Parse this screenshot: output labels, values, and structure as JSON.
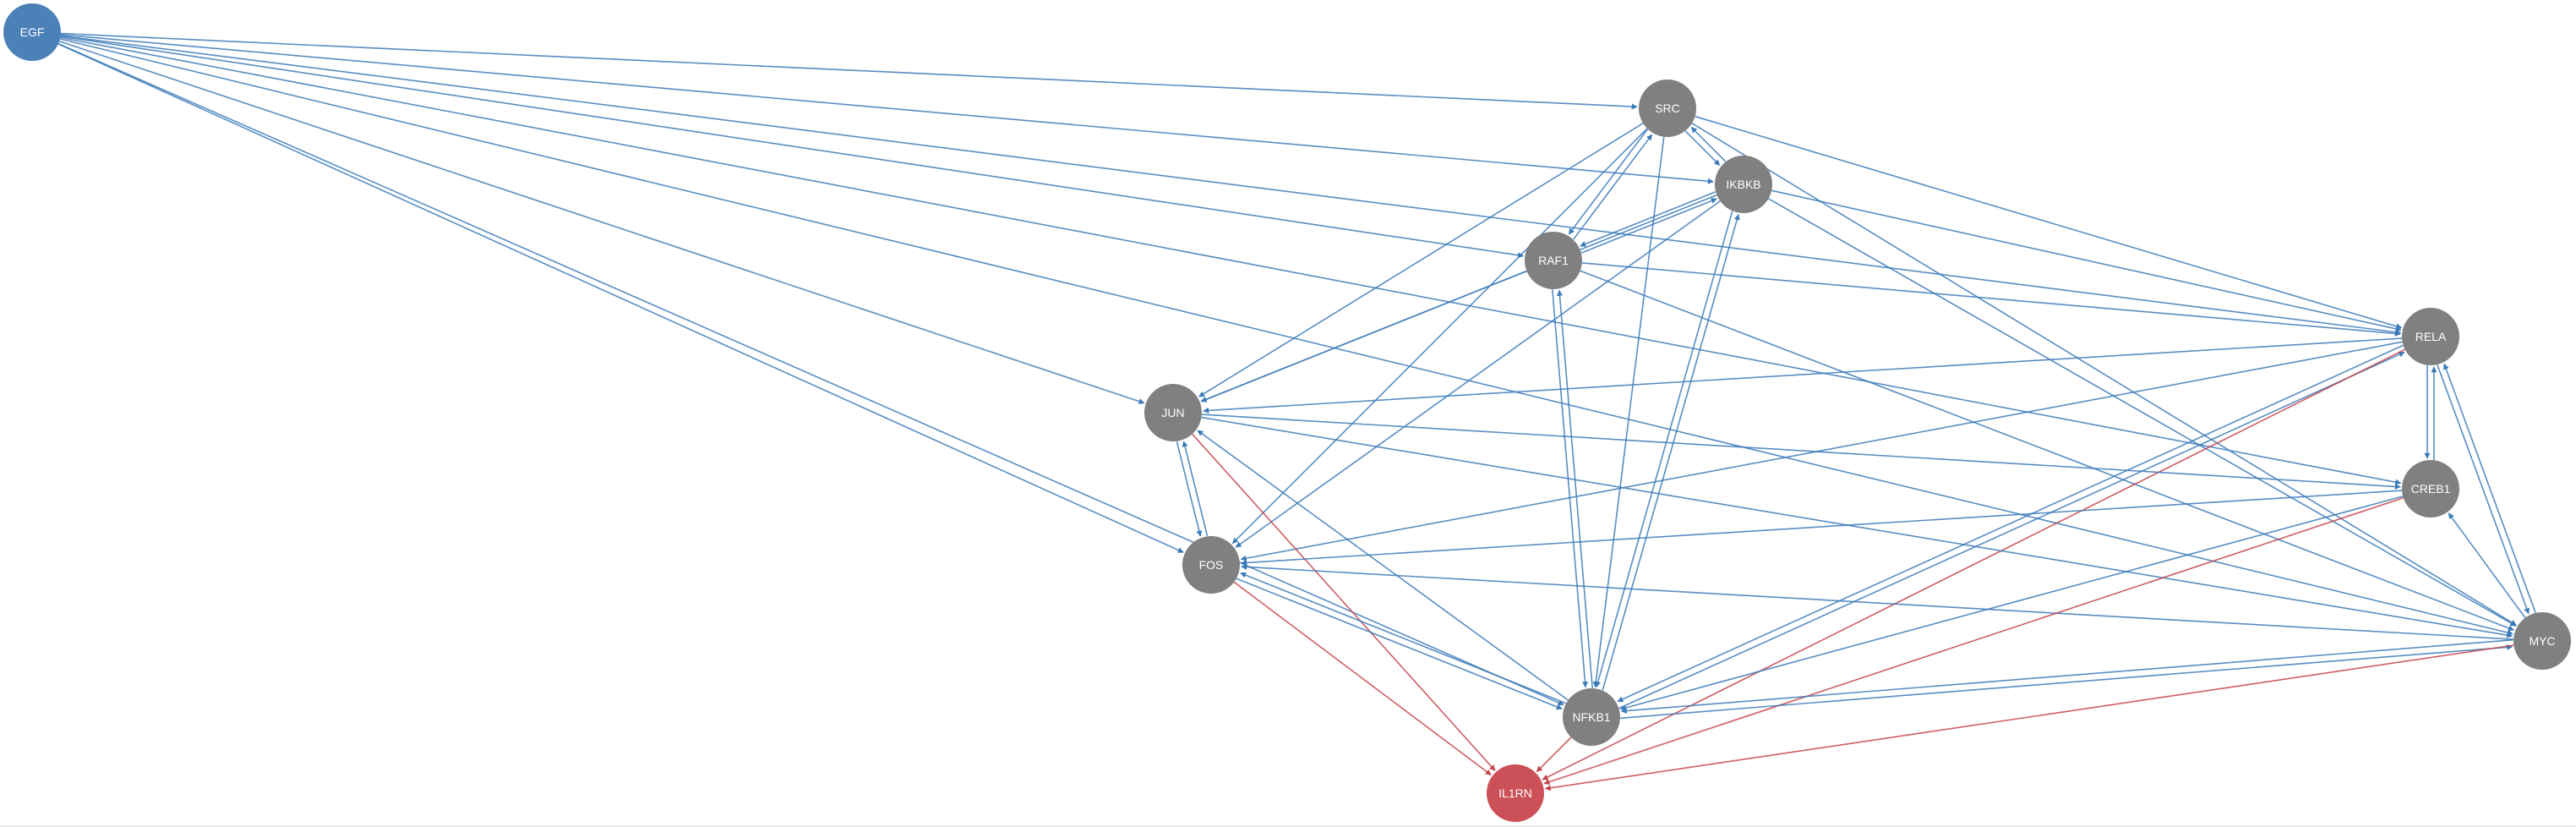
{
  "colors": {
    "activation": "#3a7ab8",
    "inhibition": "#c4424a",
    "node_input": "#4a82b8",
    "node_default": "#808080",
    "node_output": "#cc5058"
  },
  "nodes": [
    {
      "id": "EGF",
      "label": "EGF",
      "role": "input"
    },
    {
      "id": "SRC",
      "label": "SRC",
      "role": "default"
    },
    {
      "id": "IKBKB",
      "label": "IKBKB",
      "role": "default"
    },
    {
      "id": "RAF1",
      "label": "RAF1",
      "role": "default"
    },
    {
      "id": "RELA",
      "label": "RELA",
      "role": "default"
    },
    {
      "id": "JUN",
      "label": "JUN",
      "role": "default"
    },
    {
      "id": "CREB1",
      "label": "CREB1",
      "role": "default"
    },
    {
      "id": "FOS",
      "label": "FOS",
      "role": "default"
    },
    {
      "id": "MYC",
      "label": "MYC",
      "role": "default"
    },
    {
      "id": "NFKB1",
      "label": "NFKB1",
      "role": "default"
    },
    {
      "id": "IL1RN",
      "label": "IL1RN",
      "role": "output"
    }
  ],
  "edges": [
    {
      "source": "EGF",
      "target": "SRC",
      "type": "activation"
    },
    {
      "source": "EGF",
      "target": "IKBKB",
      "type": "activation"
    },
    {
      "source": "EGF",
      "target": "RAF1",
      "type": "activation"
    },
    {
      "source": "EGF",
      "target": "RELA",
      "type": "activation"
    },
    {
      "source": "EGF",
      "target": "JUN",
      "type": "activation"
    },
    {
      "source": "EGF",
      "target": "FOS",
      "type": "activation"
    },
    {
      "source": "EGF",
      "target": "CREB1",
      "type": "activation"
    },
    {
      "source": "EGF",
      "target": "MYC",
      "type": "activation"
    },
    {
      "source": "EGF",
      "target": "NFKB1",
      "type": "activation"
    },
    {
      "source": "SRC",
      "target": "IKBKB",
      "type": "activation"
    },
    {
      "source": "IKBKB",
      "target": "SRC",
      "type": "activation"
    },
    {
      "source": "SRC",
      "target": "RAF1",
      "type": "activation"
    },
    {
      "source": "RAF1",
      "target": "SRC",
      "type": "activation"
    },
    {
      "source": "SRC",
      "target": "RELA",
      "type": "activation"
    },
    {
      "source": "SRC",
      "target": "JUN",
      "type": "activation"
    },
    {
      "source": "SRC",
      "target": "FOS",
      "type": "activation"
    },
    {
      "source": "SRC",
      "target": "NFKB1",
      "type": "activation"
    },
    {
      "source": "SRC",
      "target": "MYC",
      "type": "activation"
    },
    {
      "source": "IKBKB",
      "target": "RAF1",
      "type": "activation"
    },
    {
      "source": "RAF1",
      "target": "IKBKB",
      "type": "activation"
    },
    {
      "source": "IKBKB",
      "target": "RELA",
      "type": "activation"
    },
    {
      "source": "IKBKB",
      "target": "JUN",
      "type": "activation"
    },
    {
      "source": "IKBKB",
      "target": "FOS",
      "type": "activation"
    },
    {
      "source": "IKBKB",
      "target": "NFKB1",
      "type": "activation"
    },
    {
      "source": "NFKB1",
      "target": "IKBKB",
      "type": "activation"
    },
    {
      "source": "IKBKB",
      "target": "MYC",
      "type": "activation"
    },
    {
      "source": "RAF1",
      "target": "JUN",
      "type": "activation"
    },
    {
      "source": "RAF1",
      "target": "RELA",
      "type": "activation"
    },
    {
      "source": "RAF1",
      "target": "NFKB1",
      "type": "activation"
    },
    {
      "source": "NFKB1",
      "target": "RAF1",
      "type": "activation"
    },
    {
      "source": "RAF1",
      "target": "MYC",
      "type": "activation"
    },
    {
      "source": "RELA",
      "target": "JUN",
      "type": "activation"
    },
    {
      "source": "RELA",
      "target": "FOS",
      "type": "activation"
    },
    {
      "source": "RELA",
      "target": "CREB1",
      "type": "activation"
    },
    {
      "source": "CREB1",
      "target": "RELA",
      "type": "activation"
    },
    {
      "source": "RELA",
      "target": "MYC",
      "type": "activation"
    },
    {
      "source": "MYC",
      "target": "RELA",
      "type": "activation"
    },
    {
      "source": "RELA",
      "target": "NFKB1",
      "type": "activation"
    },
    {
      "source": "NFKB1",
      "target": "RELA",
      "type": "activation"
    },
    {
      "source": "RELA",
      "target": "IL1RN",
      "type": "inhibition"
    },
    {
      "source": "JUN",
      "target": "FOS",
      "type": "activation"
    },
    {
      "source": "FOS",
      "target": "JUN",
      "type": "activation"
    },
    {
      "source": "JUN",
      "target": "CREB1",
      "type": "activation"
    },
    {
      "source": "JUN",
      "target": "MYC",
      "type": "activation"
    },
    {
      "source": "NFKB1",
      "target": "JUN",
      "type": "activation"
    },
    {
      "source": "JUN",
      "target": "IL1RN",
      "type": "inhibition"
    },
    {
      "source": "FOS",
      "target": "NFKB1",
      "type": "activation"
    },
    {
      "source": "NFKB1",
      "target": "FOS",
      "type": "activation"
    },
    {
      "source": "CREB1",
      "target": "FOS",
      "type": "activation"
    },
    {
      "source": "MYC",
      "target": "FOS",
      "type": "activation"
    },
    {
      "source": "FOS",
      "target": "IL1RN",
      "type": "inhibition"
    },
    {
      "source": "CREB1",
      "target": "NFKB1",
      "type": "activation"
    },
    {
      "source": "MYC",
      "target": "CREB1",
      "type": "activation"
    },
    {
      "source": "CREB1",
      "target": "IL1RN",
      "type": "inhibition"
    },
    {
      "source": "NFKB1",
      "target": "MYC",
      "type": "activation"
    },
    {
      "source": "MYC",
      "target": "NFKB1",
      "type": "activation"
    },
    {
      "source": "NFKB1",
      "target": "IL1RN",
      "type": "inhibition"
    },
    {
      "source": "MYC",
      "target": "IL1RN",
      "type": "inhibition"
    }
  ]
}
